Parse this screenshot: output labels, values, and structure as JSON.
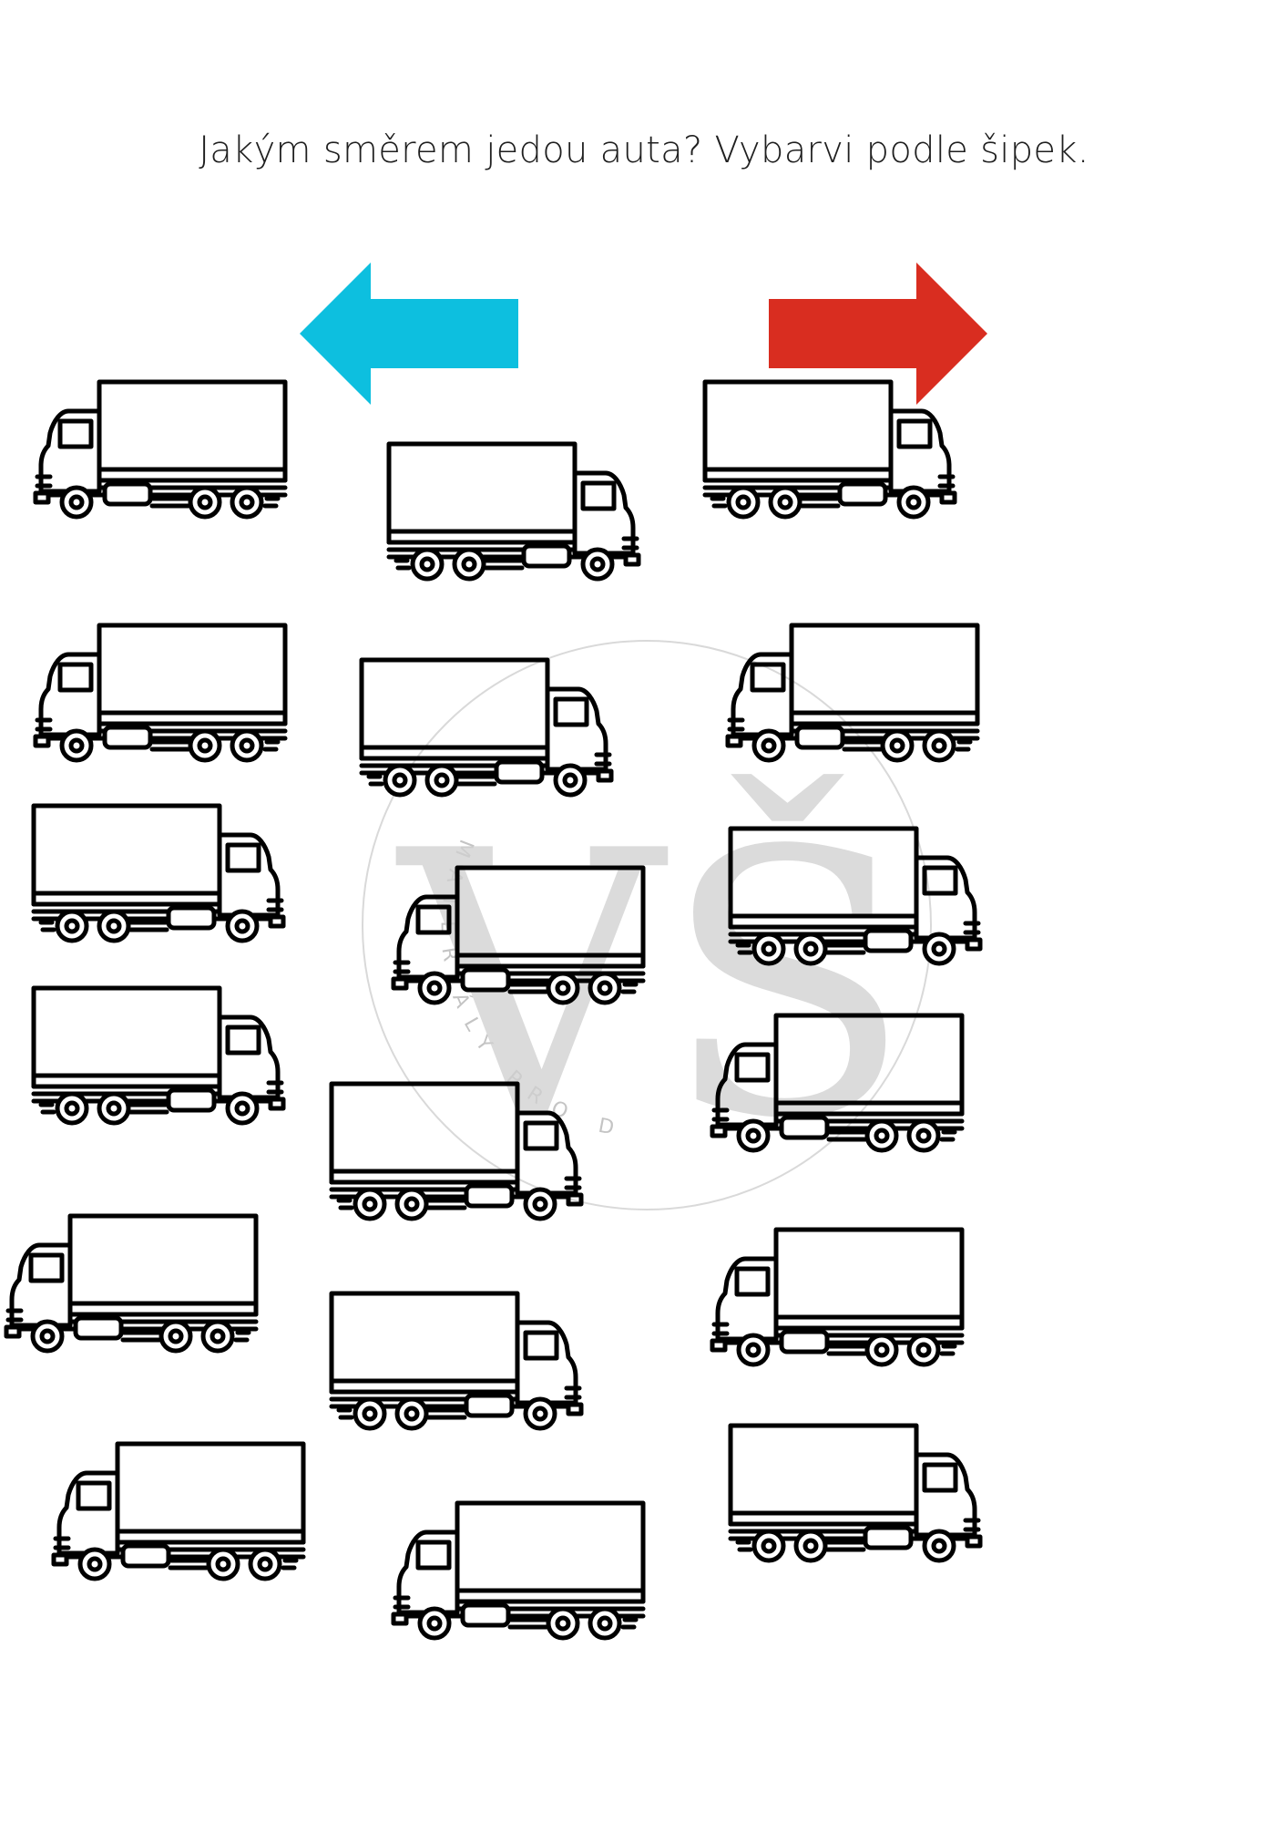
{
  "worksheet": {
    "title": "Jakým směrem jedou auta? Vybarvi podle šipek."
  },
  "arrows": {
    "left": {
      "direction": "left",
      "color": "#0DBFDF"
    },
    "right": {
      "direction": "right",
      "color": "#D92D20"
    }
  },
  "watermark": {
    "monogram": "VŠ",
    "ring_text": "MATERIÁLY PRO DĚTI"
  },
  "trucks": [
    {
      "direction": "left"
    },
    {
      "direction": "right"
    },
    {
      "direction": "right"
    },
    {
      "direction": "left"
    },
    {
      "direction": "right"
    },
    {
      "direction": "left"
    },
    {
      "direction": "right"
    },
    {
      "direction": "left"
    },
    {
      "direction": "right"
    },
    {
      "direction": "right"
    },
    {
      "direction": "right"
    },
    {
      "direction": "left"
    },
    {
      "direction": "left"
    },
    {
      "direction": "right"
    },
    {
      "direction": "left"
    },
    {
      "direction": "left"
    },
    {
      "direction": "left"
    },
    {
      "direction": "right"
    }
  ]
}
